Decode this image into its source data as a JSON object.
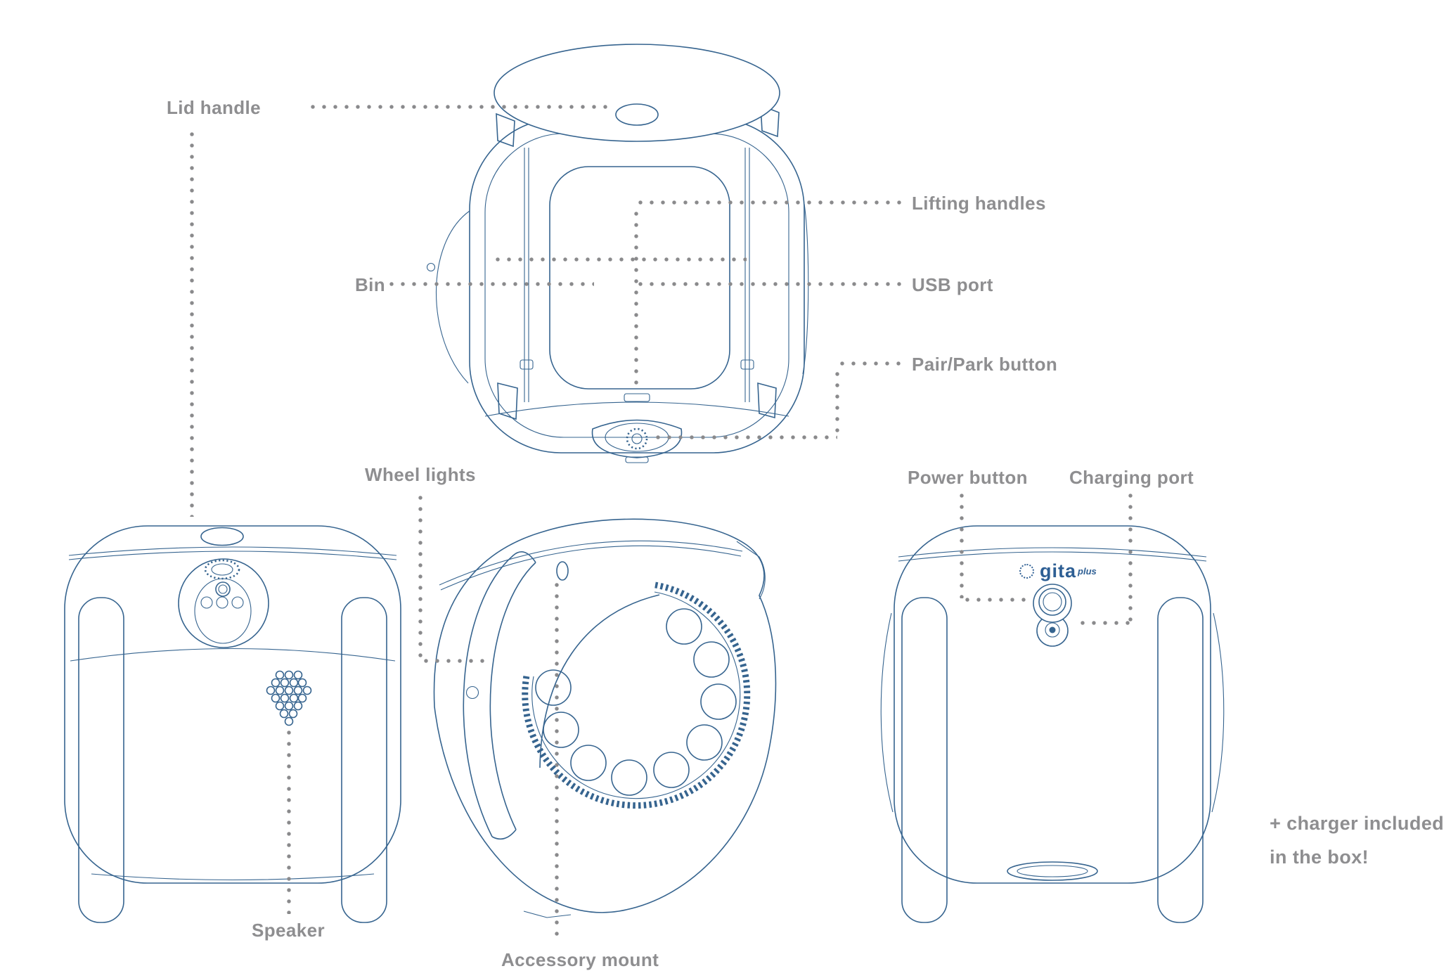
{
  "title": "gita plus robot parts diagram",
  "colors": {
    "line": "#36648f",
    "label": "#8e8e90",
    "dot": "#8a8a8c",
    "logo": "#2e5f94"
  },
  "labels": {
    "lid_handle": "Lid handle",
    "lifting_handles": "Lifting handles",
    "bin": "Bin",
    "usb_port": "USB port",
    "pair_park_button": "Pair/Park button",
    "wheel_lights": "Wheel lights",
    "power_button": "Power button",
    "charging_port": "Charging port",
    "speaker": "Speaker",
    "accessory_mount": "Accessory mount"
  },
  "logo": {
    "brand": "gita",
    "variant": "plus"
  },
  "note": {
    "line1": "+ charger included",
    "line2": "in the box!"
  },
  "views": {
    "top": "top view with lid, bin, lifting handles, USB port and pair/park button",
    "front": "front view with lid handle, camera face, wheels and speaker",
    "side": "side view with wheel, wheel light bumper and accessory mount",
    "back": "back view with gita plus logo, power button and charging port"
  }
}
